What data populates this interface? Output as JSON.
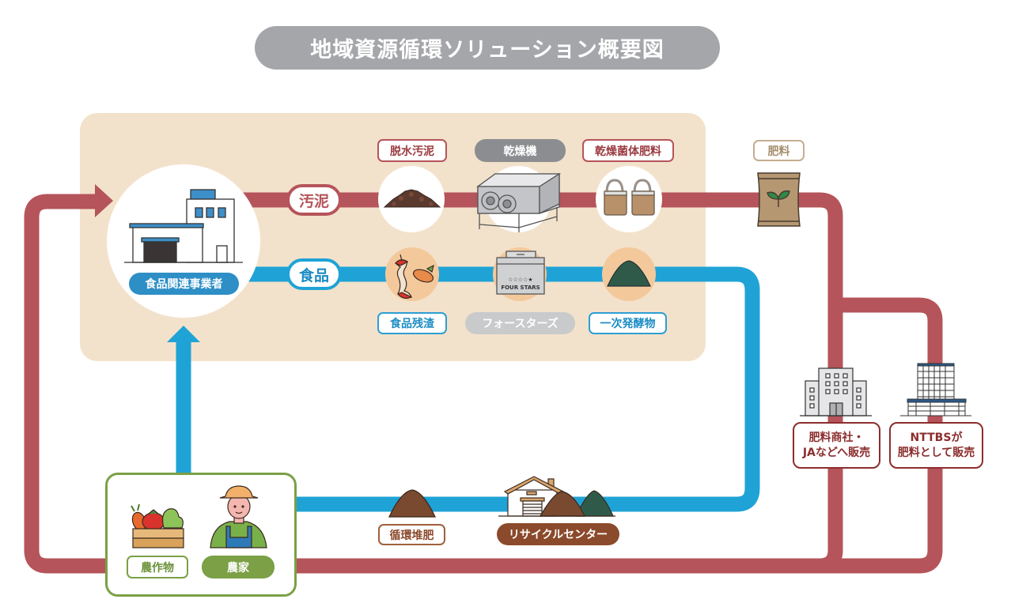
{
  "title": "地域資源循環ソリューション概要図",
  "colors": {
    "sludge_route": "#b5545a",
    "food_route": "#1fa3d6",
    "panel_bg": "#f3e2cb",
    "farm_green": "#7ba046",
    "recycle_brown": "#8b4a2b",
    "sale_border": "#8c2d2d"
  },
  "hub": {
    "label": "食品関連事業者",
    "icon": "factory-icon"
  },
  "routes": {
    "sludge": {
      "label": "汚泥"
    },
    "food": {
      "label": "食品"
    }
  },
  "sludge_chain": [
    {
      "label": "脱水汚泥",
      "icon": "sludge-pile-icon"
    },
    {
      "label": "乾燥機",
      "icon": "dryer-machine-icon"
    },
    {
      "label": "乾燥菌体肥料",
      "icon": "fertilizer-bags-icon"
    }
  ],
  "food_chain": [
    {
      "label": "食品残渣",
      "icon": "food-scraps-icon"
    },
    {
      "label": "フォースターズ",
      "icon": "composter-machine-icon",
      "machine_stars": "☆☆☆☆★",
      "machine_text": "FOUR STARS"
    },
    {
      "label": "一次発酵物",
      "icon": "fermented-mound-icon"
    }
  ],
  "fertilizer": {
    "label": "肥料",
    "icon": "fertilizer-bag-icon"
  },
  "sales": [
    {
      "line1": "肥料商社・",
      "line2": "JAなどへ販売",
      "icon": "office-building-icon"
    },
    {
      "line1": "NTTBSが",
      "line2": "肥料として販売",
      "icon": "ntt-building-icon"
    }
  ],
  "recycle": {
    "compost_label": "循環堆肥",
    "center_label": "リサイクルセンター"
  },
  "farm": {
    "crops_label": "農作物",
    "farmer_label": "農家"
  }
}
